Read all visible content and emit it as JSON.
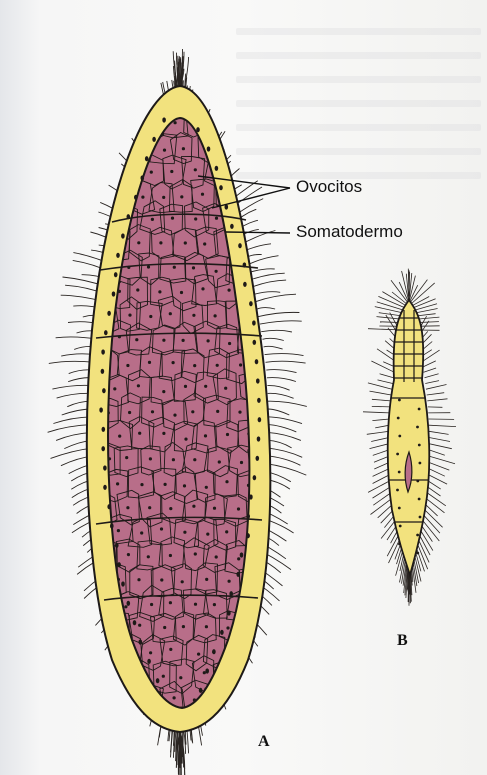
{
  "labels": {
    "ovocitos": "Ovocitos",
    "somatodermo": "Somatodermo",
    "figure_a": "A",
    "figure_b": "B"
  },
  "colors": {
    "somatoderm": "#f2e27e",
    "ovocyte_fill": "#b86e89",
    "outline": "#1e1a18",
    "cilia": "#2a2522"
  }
}
